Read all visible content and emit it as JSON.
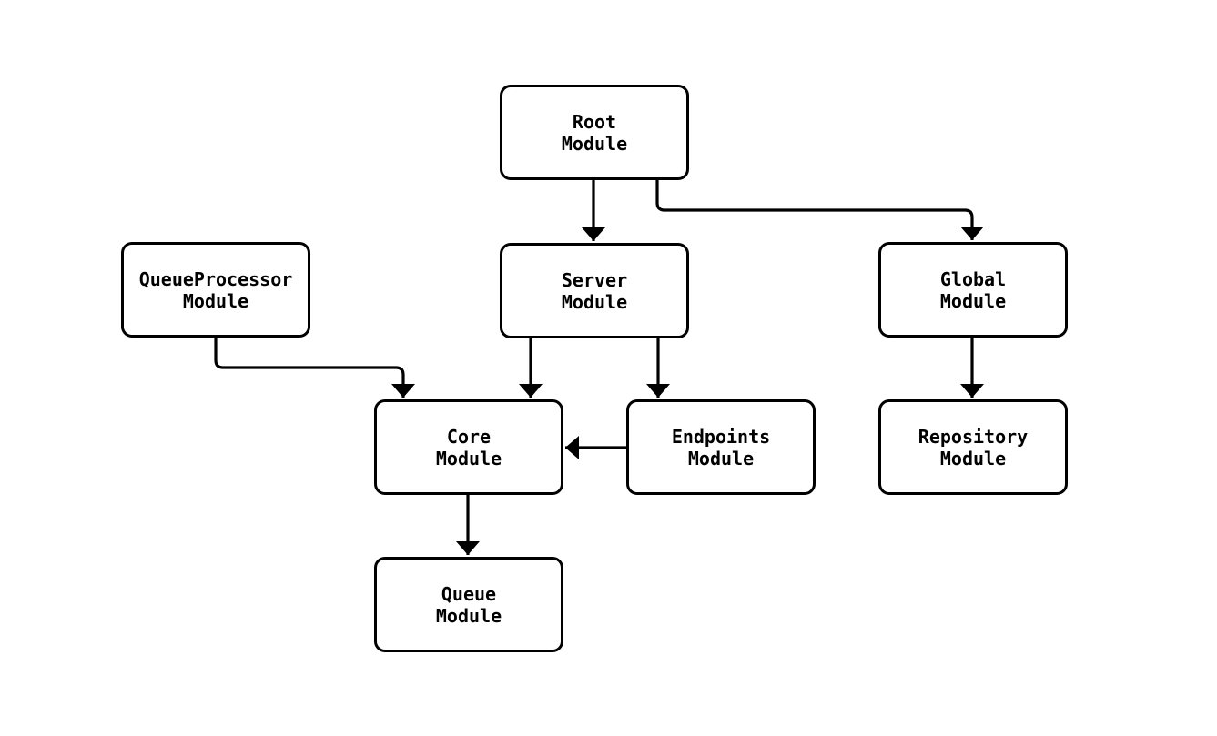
{
  "diagram": {
    "type": "module-dependency-diagram",
    "background_color": "#ffffff",
    "node_fill_color": "#ffffff",
    "stroke_color": "#000000",
    "nodes": {
      "root": {
        "label": "Root\nModule"
      },
      "queueprocessor": {
        "label": "QueueProcessor\nModule"
      },
      "server": {
        "label": "Server\nModule"
      },
      "global": {
        "label": "Global\nModule"
      },
      "core": {
        "label": "Core\nModule"
      },
      "endpoints": {
        "label": "Endpoints\nModule"
      },
      "repository": {
        "label": "Repository\nModule"
      },
      "queue": {
        "label": "Queue\nModule"
      }
    },
    "edges": [
      {
        "from": "Root Module",
        "to": "Server Module"
      },
      {
        "from": "Root Module",
        "to": "Global Module"
      },
      {
        "from": "QueueProcessor Module",
        "to": "Core Module"
      },
      {
        "from": "Server Module",
        "to": "Core Module"
      },
      {
        "from": "Server Module",
        "to": "Endpoints Module"
      },
      {
        "from": "Endpoints Module",
        "to": "Core Module"
      },
      {
        "from": "Global Module",
        "to": "Repository Module"
      },
      {
        "from": "Core Module",
        "to": "Queue Module"
      }
    ]
  }
}
